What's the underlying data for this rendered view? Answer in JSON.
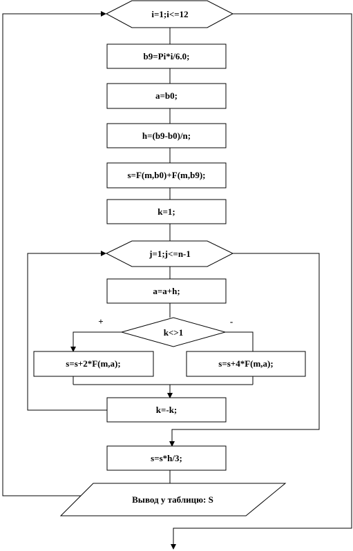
{
  "loop_outer": "i=1;i<=12",
  "steps": {
    "b9": "b9=Pi*i/6.0;",
    "a_init": "a=b0;",
    "h": "h=(b9-b0)/n;",
    "s_init": "s=F(m,b0)+F(m,b9);",
    "k_init": "k=1;"
  },
  "loop_inner": "j=1;j<=n-1",
  "step_a": "a=a+h;",
  "decision": {
    "condition": "k<>1",
    "yes_label": "+",
    "no_label": "-"
  },
  "branch_yes": "s=s+2*F(m,a);",
  "branch_no": "s=s+4*F(m,a);",
  "step_k": "k=-k;",
  "step_s": "s=s*h/3;",
  "output": "Вывод у таблицю: S"
}
